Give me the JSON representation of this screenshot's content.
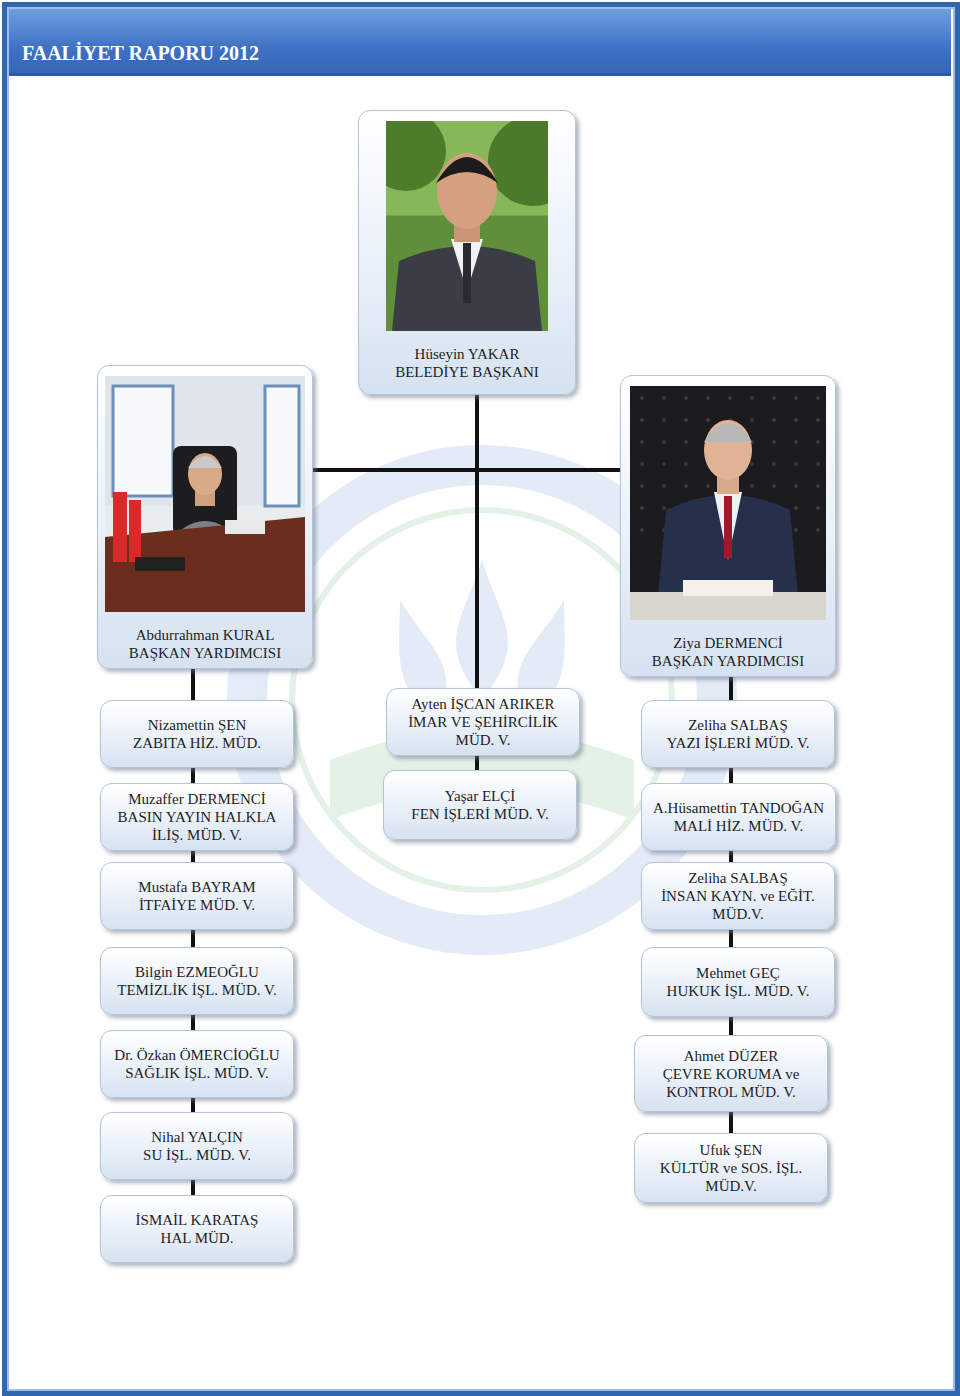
{
  "diagram": {
    "title": "FAALİYET RAPORU 2012",
    "nodes": [
      {
        "text": [
          "Hüseyin YAKAR",
          "BELEDİYE BAŞKANI"
        ]
      },
      {
        "text": [
          "Abdurrahman KURAL",
          "BAŞKAN YARDIMCISI"
        ]
      },
      {
        "text": [
          "Ziya DERMENCİ",
          "BAŞKAN YARDIMCISI"
        ]
      },
      {
        "text": [
          "Nizamettin ŞEN",
          "ZABITA HİZ. MÜD."
        ]
      },
      {
        "text": [
          "Muzaffer DERMENCİ",
          "BASIN YAYIN HALKLA İLİŞ. MÜD. V."
        ]
      },
      {
        "text": [
          "Mustafa BAYRAM",
          "İTFAİYE MÜD. V."
        ]
      },
      {
        "text": [
          "Bilgin EZMEOĞLU",
          "TEMİZLİK İŞL. MÜD. V."
        ]
      },
      {
        "text": [
          "Dr. Özkan ÖMERCİOĞLU",
          "SAĞLIK İŞL. MÜD. V."
        ]
      },
      {
        "text": [
          "Nihal YALÇIN",
          "SU İŞL. MÜD. V."
        ]
      },
      {
        "text": [
          "İSMAİL KARATAŞ",
          "HAL MÜD."
        ]
      },
      {
        "text": [
          "Ayten İŞCAN ARIKER",
          "İMAR VE ŞEHİRCİLİK MÜD. V."
        ]
      },
      {
        "text": [
          "Yaşar ELÇİ",
          "FEN İŞLERİ MÜD. V."
        ]
      },
      {
        "text": [
          "Zeliha SALBAŞ",
          "YAZI İŞLERİ MÜD. V."
        ]
      },
      {
        "text": [
          "A.Hüsamettin TANDOĞAN",
          "MALİ HİZ. MÜD. V."
        ]
      },
      {
        "text": [
          "Zeliha SALBAŞ",
          "İNSAN KAYN. ve EĞİT. MÜD.V."
        ]
      },
      {
        "text": [
          "Mehmet GEÇ",
          "HUKUK İŞL. MÜD. V."
        ]
      },
      {
        "text": [
          "Ahmet DÜZER",
          "ÇEVRE KORUMA ve KONTROL MÜD. V."
        ]
      },
      {
        "text": [
          "Ufuk ŞEN",
          "KÜLTÜR ve SOS. İŞL. MÜD.V."
        ]
      }
    ],
    "edges": [
      {
        "from": 0,
        "to": 1,
        "arrow": "none"
      },
      {
        "from": 0,
        "to": 2,
        "arrow": "none"
      },
      {
        "from": 0,
        "to": 10,
        "arrow": "none"
      },
      {
        "from": 10,
        "to": 11,
        "arrow": "none"
      },
      {
        "from": 1,
        "to": 3,
        "arrow": "none"
      },
      {
        "from": 3,
        "to": 4,
        "arrow": "none"
      },
      {
        "from": 4,
        "to": 5,
        "arrow": "none"
      },
      {
        "from": 5,
        "to": 6,
        "arrow": "none"
      },
      {
        "from": 6,
        "to": 7,
        "arrow": "none"
      },
      {
        "from": 7,
        "to": 8,
        "arrow": "none"
      },
      {
        "from": 8,
        "to": 9,
        "arrow": "none"
      },
      {
        "from": 2,
        "to": 12,
        "arrow": "none"
      },
      {
        "from": 12,
        "to": 13,
        "arrow": "none"
      },
      {
        "from": 13,
        "to": 14,
        "arrow": "none"
      },
      {
        "from": 14,
        "to": 15,
        "arrow": "none"
      },
      {
        "from": 15,
        "to": 16,
        "arrow": "none"
      },
      {
        "from": 16,
        "to": 17,
        "arrow": "none"
      }
    ]
  }
}
